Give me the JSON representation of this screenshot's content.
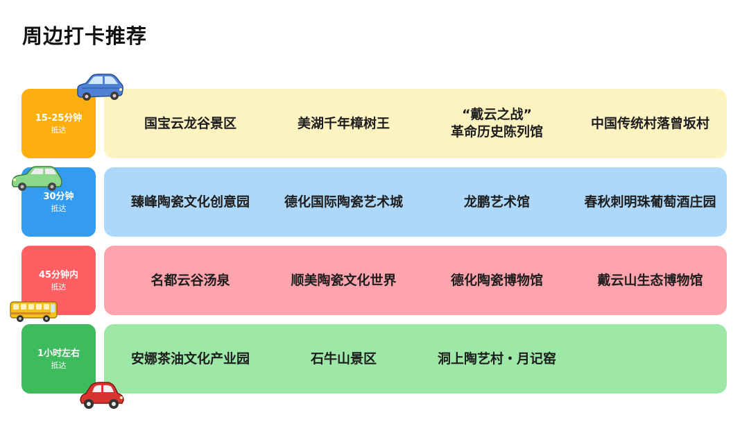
{
  "title": "周边打卡推荐",
  "rows": [
    {
      "time": "15-25分钟",
      "arrive": "抵达",
      "tab_color": "#FDAF10",
      "panel_color": "#FDF3C1",
      "items": [
        {
          "lines": [
            "国宝云龙谷景区"
          ]
        },
        {
          "lines": [
            "美湖千年樟树王"
          ]
        },
        {
          "lines": [
            "“戴云之战”",
            "革命历史陈列馆"
          ]
        },
        {
          "lines": [
            "中国传统村落曾坂村"
          ]
        }
      ]
    },
    {
      "time": "30分钟",
      "arrive": "抵达",
      "tab_color": "#339CF0",
      "panel_color": "#ADD8FA",
      "items": [
        {
          "lines": [
            "臻峰陶瓷文化创意园"
          ]
        },
        {
          "lines": [
            "德化国际陶瓷艺术城"
          ]
        },
        {
          "lines": [
            "龙鹏艺术馆"
          ]
        },
        {
          "lines": [
            "春秋刺明珠葡萄酒庄园"
          ]
        }
      ]
    },
    {
      "time": "45分钟内",
      "arrive": "抵达",
      "tab_color": "#FF5F63",
      "panel_color": "#FFA3AC",
      "items": [
        {
          "lines": [
            "名都云谷汤泉"
          ]
        },
        {
          "lines": [
            "顺美陶瓷文化世界"
          ]
        },
        {
          "lines": [
            "德化陶瓷博物馆"
          ]
        },
        {
          "lines": [
            "戴云山生态博物馆"
          ]
        }
      ]
    },
    {
      "time": "1小时左右",
      "arrive": "抵达",
      "tab_color": "#3EBB5C",
      "panel_color": "#9DE8A7",
      "items": [
        {
          "lines": [
            "安娜茶油文化产业园"
          ]
        },
        {
          "lines": [
            "石牛山景区"
          ]
        },
        {
          "lines": [
            "洞上陶艺村・月记窑"
          ]
        }
      ]
    }
  ],
  "decorations": [
    "blue-car-icon",
    "green-car-icon",
    "yellow-bus-icon",
    "red-car-icon"
  ]
}
